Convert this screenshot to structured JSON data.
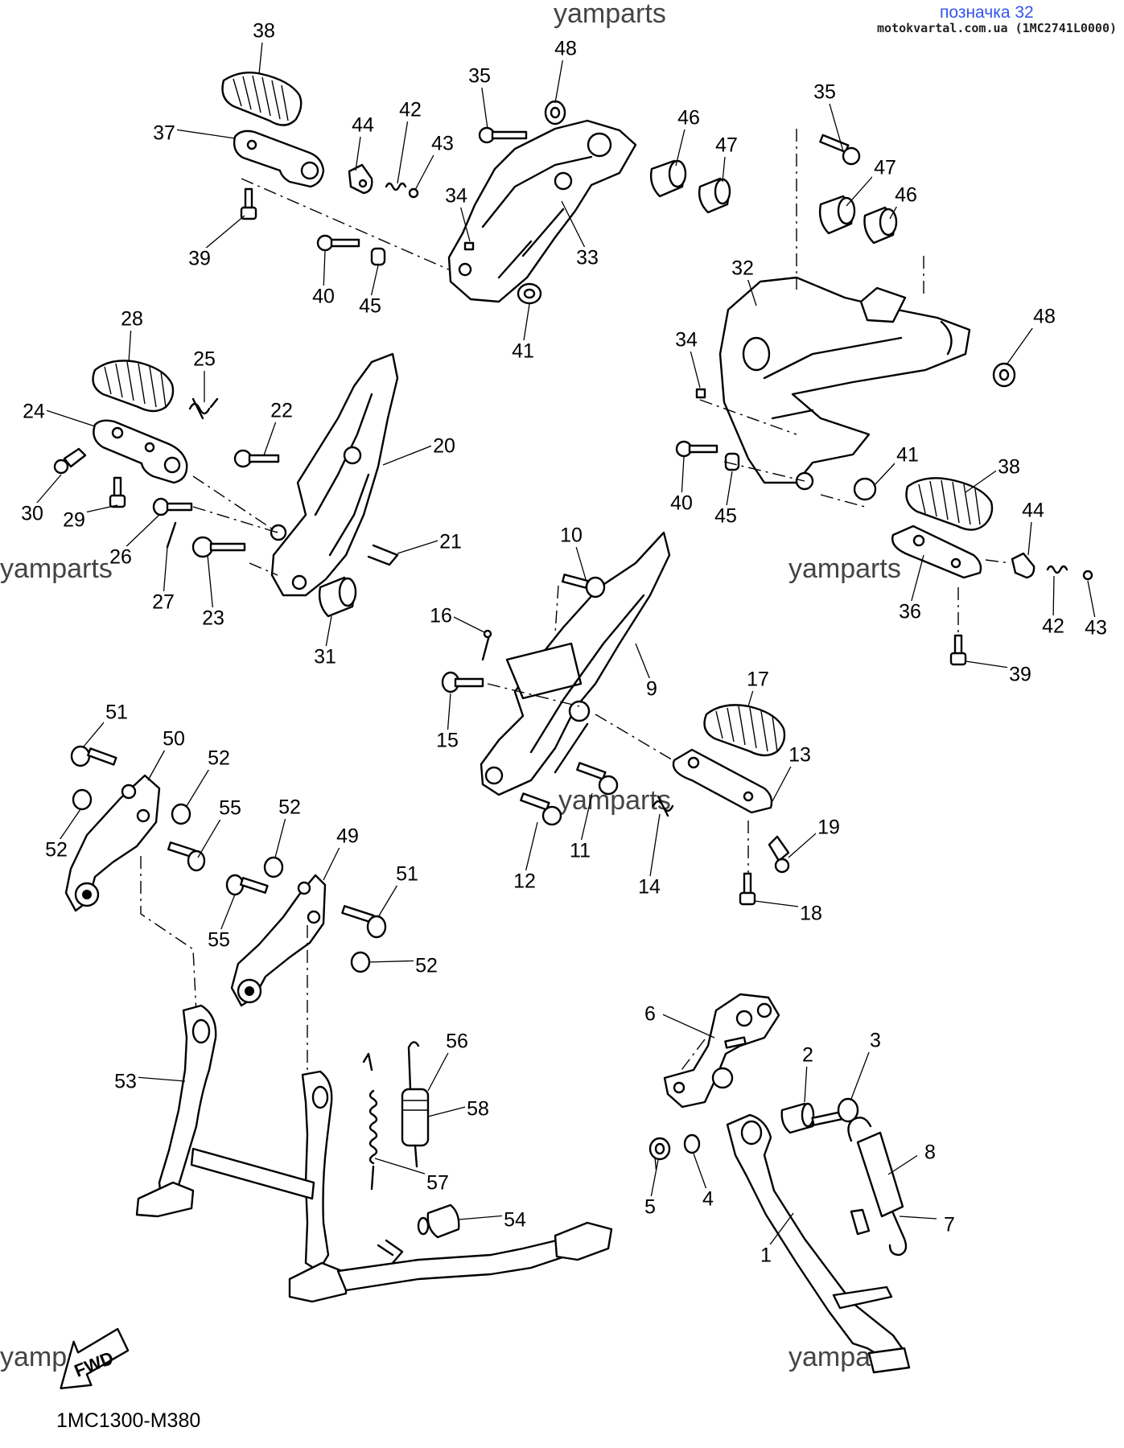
{
  "header": {
    "watermark": "yamparts",
    "link_text": "позначка 32",
    "source": "motokvartal.com.ua (1MC2741L0000)"
  },
  "diagram_code": "1MC1300-M380",
  "fwd_arrow": "FWD",
  "icons": {
    "fwd": "fwd-arrow-icon"
  },
  "parts": [
    "38",
    "37",
    "39",
    "44",
    "42",
    "43",
    "35",
    "48",
    "46",
    "47",
    "34",
    "33",
    "40",
    "45",
    "41",
    "35b",
    "47b",
    "46b",
    "32",
    "48b",
    "34b",
    "41b",
    "40b",
    "45b",
    "38b",
    "44b",
    "42b",
    "43b",
    "36",
    "39b",
    "28",
    "25",
    "24",
    "22",
    "20",
    "30",
    "29",
    "26",
    "27",
    "21",
    "23",
    "31",
    "10",
    "16",
    "9",
    "15",
    "17",
    "13",
    "19",
    "12",
    "11",
    "14",
    "18",
    "51",
    "50",
    "52",
    "55",
    "52b",
    "52c",
    "49",
    "51b",
    "55b",
    "52d",
    "53",
    "56",
    "58",
    "57",
    "54",
    "6",
    "2",
    "3",
    "5",
    "4",
    "8",
    "7",
    "1"
  ],
  "part_labels": {
    "38": "38",
    "37": "37",
    "39": "39",
    "44": "44",
    "42": "42",
    "43": "43",
    "35": "35",
    "48": "48",
    "46": "46",
    "47": "47",
    "34": "34",
    "33": "33",
    "40": "40",
    "45": "45",
    "41": "41",
    "35b": "35",
    "47b": "47",
    "46b": "46",
    "32": "32",
    "48b": "48",
    "34b": "34",
    "41b": "41",
    "40b": "40",
    "45b": "45",
    "38b": "38",
    "44b": "44",
    "42b": "42",
    "43b": "43",
    "36": "36",
    "39b": "39",
    "28": "28",
    "25": "25",
    "24": "24",
    "22": "22",
    "20": "20",
    "30": "30",
    "29": "29",
    "26": "26",
    "27": "27",
    "21": "21",
    "23": "23",
    "31": "31",
    "10": "10",
    "16": "16",
    "9": "9",
    "15": "15",
    "17": "17",
    "13": "13",
    "19": "19",
    "12": "12",
    "11": "11",
    "14": "14",
    "18": "18",
    "51": "51",
    "50": "50",
    "52": "52",
    "55": "55",
    "52b": "52",
    "52c": "52",
    "49": "49",
    "51b": "51",
    "55b": "55",
    "52d": "52",
    "53": "53",
    "56": "56",
    "58": "58",
    "57": "57",
    "54": "54",
    "6": "6",
    "2": "2",
    "3": "3",
    "5": "5",
    "4": "4",
    "8": "8",
    "7": "7",
    "1": "1"
  }
}
